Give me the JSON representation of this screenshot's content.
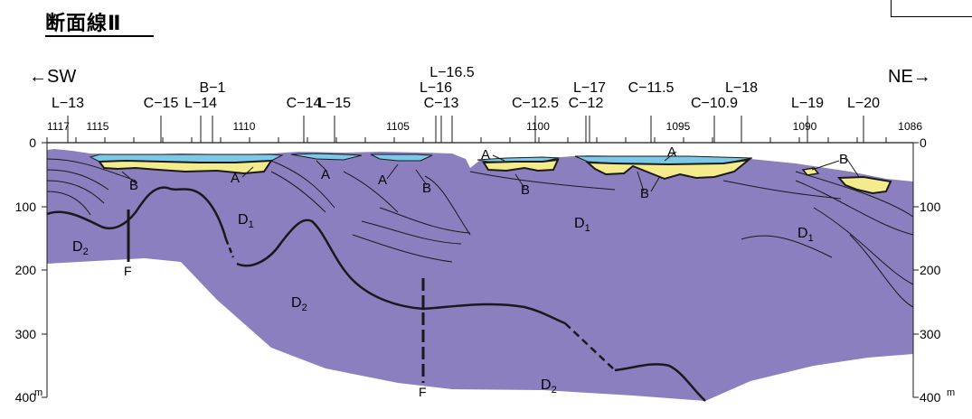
{
  "title": "断面線Ⅱ",
  "directions": {
    "left": "←SW",
    "right": "NE→"
  },
  "stations": [
    "1117",
    "1115",
    "1110",
    "1105",
    "1100",
    "1095",
    "1090",
    "1086"
  ],
  "boreholes": [
    {
      "label": "L−13",
      "row": 2
    },
    {
      "label": "C−15",
      "row": 2
    },
    {
      "label": "L−14",
      "row": 2
    },
    {
      "label": "B−1",
      "row": 1
    },
    {
      "label": "C−14",
      "row": 2
    },
    {
      "label": "L−15",
      "row": 2
    },
    {
      "label": "L−16.5",
      "row": 0
    },
    {
      "label": "L−16",
      "row": 1
    },
    {
      "label": "C−13",
      "row": 2
    },
    {
      "label": "C−12.5",
      "row": 2
    },
    {
      "label": "C−12",
      "row": 2
    },
    {
      "label": "L−17",
      "row": 1
    },
    {
      "label": "C−11.5",
      "row": 1
    },
    {
      "label": "L−18",
      "row": 1
    },
    {
      "label": "C−10.9",
      "row": 2
    },
    {
      "label": "L−19",
      "row": 2
    },
    {
      "label": "L−20",
      "row": 2
    }
  ],
  "depth_ticks": [
    "0",
    "100",
    "200",
    "300",
    "400"
  ],
  "depth_unit": "m",
  "unit_labels": {
    "A": "A",
    "B": "B",
    "D1_letter": "D",
    "D1_sub": "1",
    "D2_letter": "D",
    "D2_sub": "2",
    "F": "F"
  },
  "colors": {
    "D_unit": "#8b7fc0",
    "A_unit": "#7cc8e8",
    "B_unit": "#f4ec8c",
    "lines": "#1a1a1a"
  }
}
